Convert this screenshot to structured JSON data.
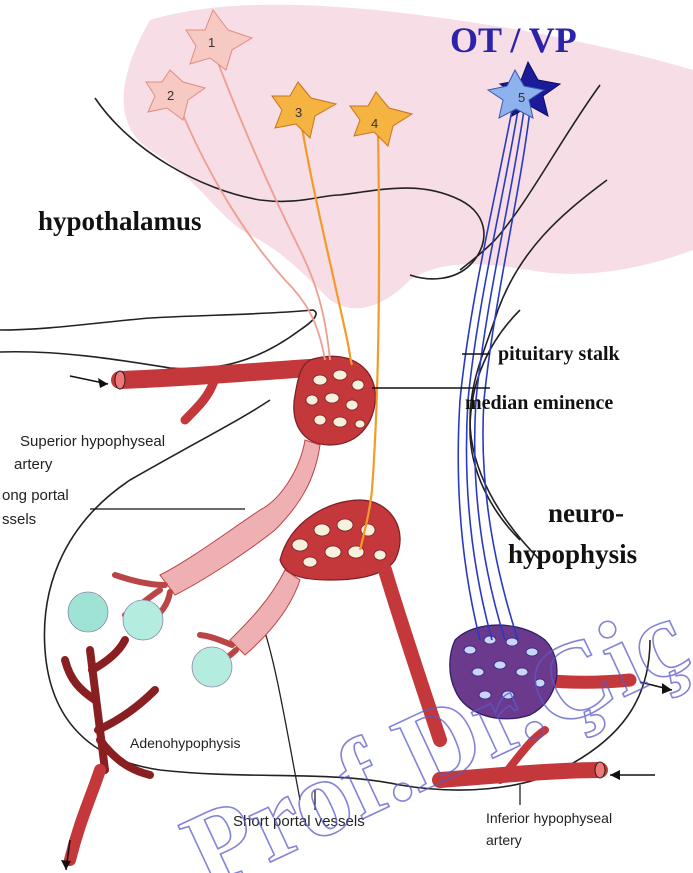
{
  "title": "OT / VP",
  "neuron_numbers": [
    "1",
    "2",
    "3",
    "4",
    "5"
  ],
  "labels": {
    "hypothalamus": "hypothalamus",
    "pituitary_stalk": "pituitary stalk",
    "median_eminence": "median eminence",
    "neurohypophysis_line1": "neuro-",
    "neurohypophysis_line2": "hypophysis",
    "superior_artery_line1": "Superior hypophyseal",
    "superior_artery_line2": "artery",
    "long_portal_line1": "ong portal",
    "long_portal_line2": "ssels",
    "adenohypophysis": "Adenohypophysis",
    "short_portal": "Short portal vessels",
    "inferior_artery_line1": "Inferior hypophyseal",
    "inferior_artery_line2": "artery"
  },
  "watermark": "Prof.Dr.Çiç",
  "colors": {
    "hypothalamus_fill": "#f6dde6",
    "neuron_pink": "#f2b8b0",
    "neuron_orange": "#f5b342",
    "neuron_blue": "#7fa8ea",
    "neuron_darkblue": "#1a1a9a",
    "vessel_red": "#c4373a",
    "portal_pink": "#efb0b4",
    "ot_vp_text": "#2b23a8"
  }
}
